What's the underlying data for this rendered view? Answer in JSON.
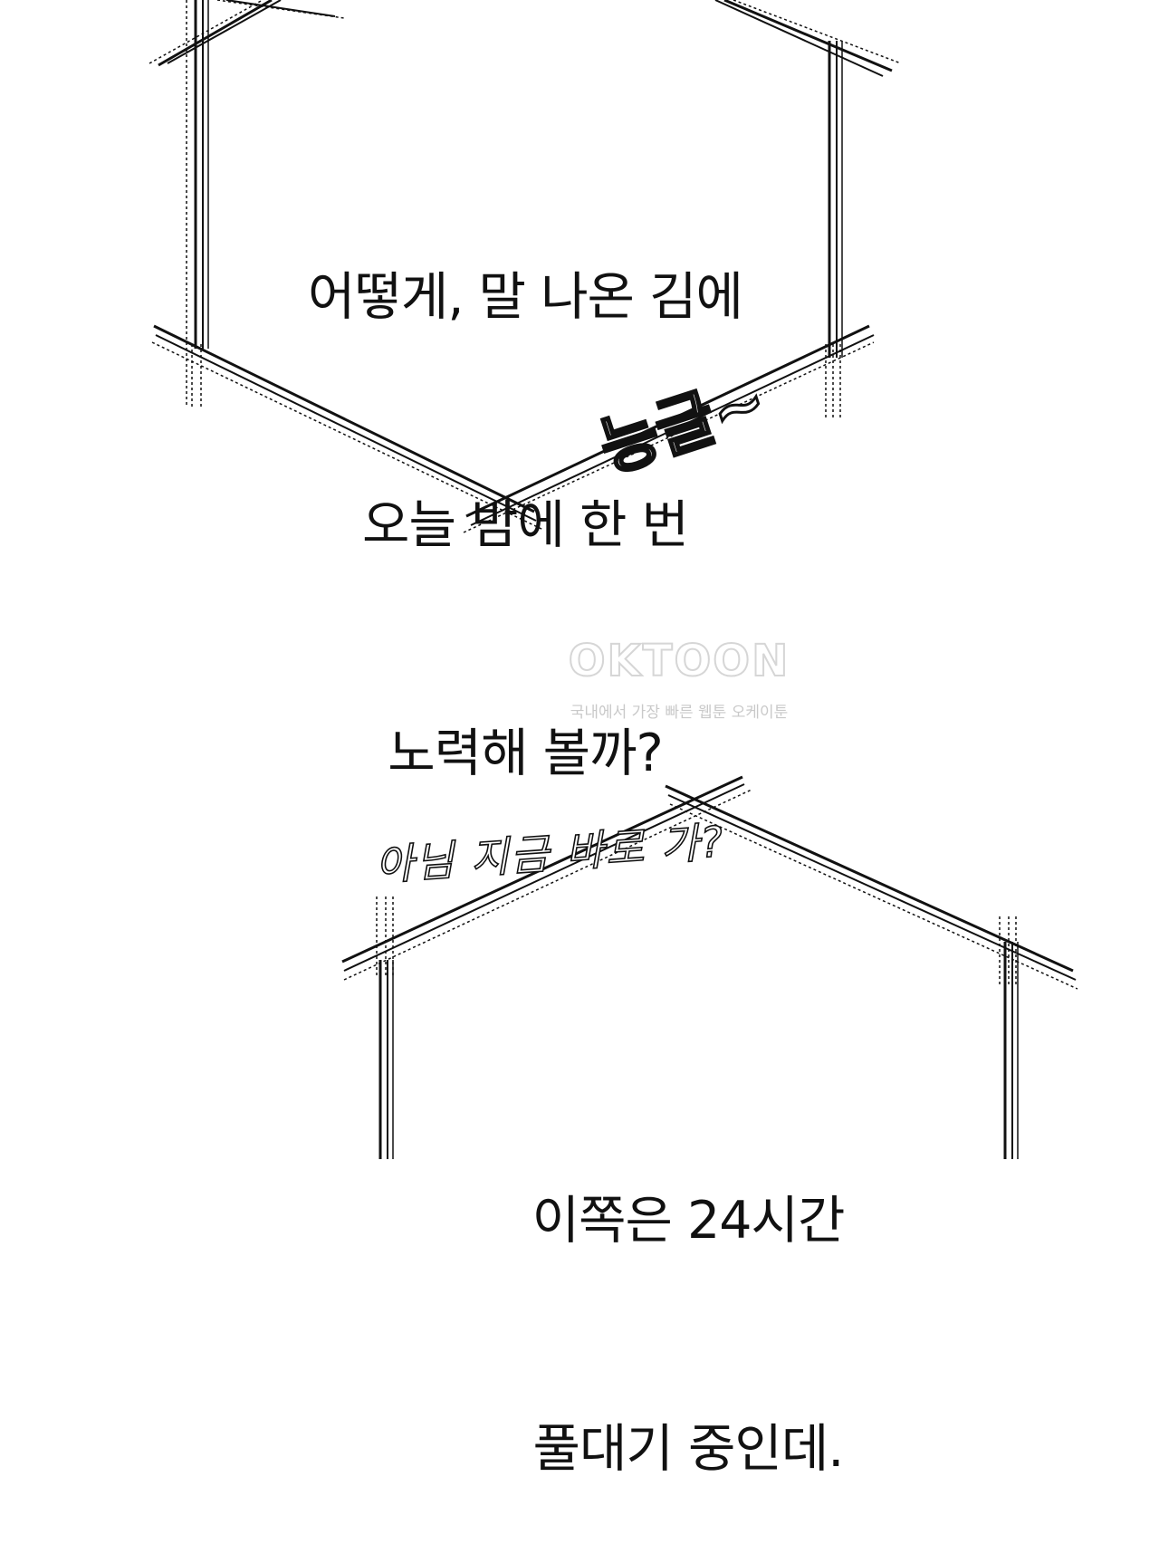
{
  "panel_top": {
    "lines": [
      "어떻게, 말 나온 김에",
      "오늘 밤에 한 번",
      "노력해 볼까?"
    ],
    "sfx": "능글~"
  },
  "watermark": {
    "logo": "OKTOON",
    "tagline": "국내에서 가장 빠른 웹툰 오케이툰"
  },
  "panel_bottom": {
    "sfx": "아님 지금 바로 가?",
    "lines": [
      "이쪽은 24시간",
      "풀대기 중인데."
    ]
  }
}
